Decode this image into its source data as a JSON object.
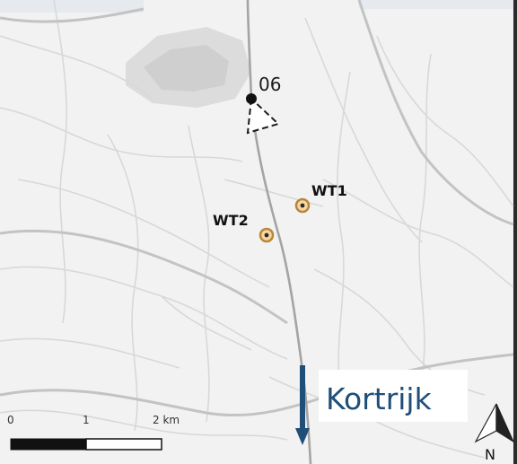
{
  "map": {
    "station_label": "06",
    "turbines": [
      {
        "label": "WT1"
      },
      {
        "label": "WT2"
      }
    ],
    "direction_label": "Kortrijk",
    "scale": {
      "ticks": [
        "0",
        "1",
        "2 km"
      ]
    },
    "north_label": "N"
  },
  "colors": {
    "background": "#f2f2f2",
    "road_major": "#b9b9b9",
    "road_minor": "#dcdcdc",
    "route_line": "#9d9d9d",
    "turbine_ring": "#b8863a",
    "turbine_fill": "#f6d7a0",
    "arrow": "#1f4e79",
    "label_blue": "#1f4e79",
    "urban": "#d6d6d6"
  }
}
